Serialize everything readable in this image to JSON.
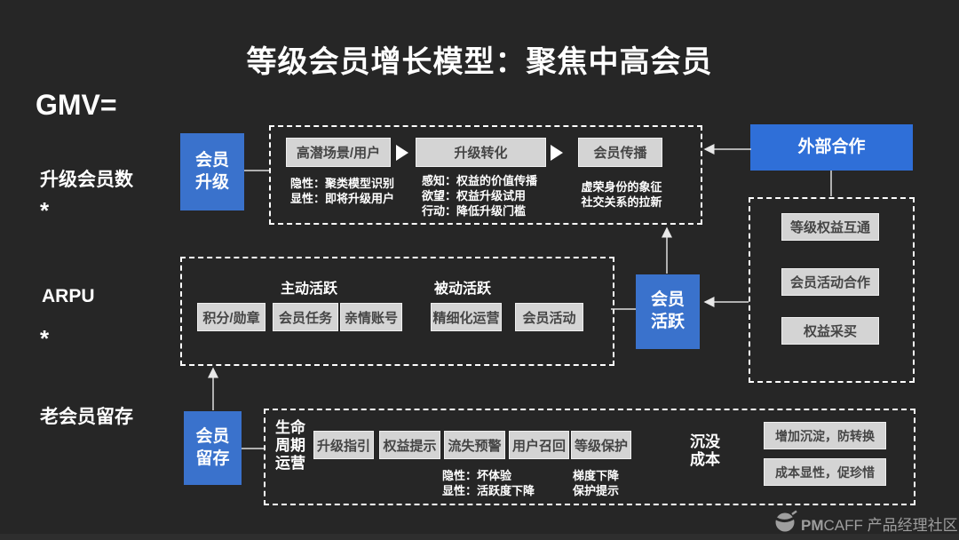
{
  "title": "等级会员增长模型：聚焦中高会员",
  "formula": {
    "gmv": "GMV=",
    "upgrade_count": "升级会员数",
    "multiply1": "*",
    "arpu": "ARPU",
    "multiply2": "*",
    "retention": "老会员留存"
  },
  "upgrade": {
    "node": "会员\n升级",
    "steps": [
      {
        "label": "高潜场景/用户",
        "notes": [
          "隐性：聚类模型识别",
          "显性：即将升级用户"
        ]
      },
      {
        "label": "升级转化",
        "notes": [
          "感知：权益的价值传播",
          "欲望：权益升级试用",
          "行动：降低升级门槛"
        ]
      },
      {
        "label": "会员传播",
        "notes": [
          "虚荣身份的象征",
          "社交关系的拉新"
        ]
      }
    ]
  },
  "activity": {
    "node": "会员\n活跃",
    "active_header": "主动活跃",
    "passive_header": "被动活跃",
    "active_items": [
      "积分/勋章",
      "会员任务",
      "亲情账号"
    ],
    "passive_items": [
      "精细化运营",
      "会员活动"
    ]
  },
  "external": {
    "node": "外部合作",
    "items": [
      "等级权益互通",
      "会员活动合作",
      "权益采买"
    ]
  },
  "retention": {
    "node": "会员\n留存",
    "lifecycle": "生命\n周期\n运营",
    "items": [
      "升级指引",
      "权益提示",
      "流失预警",
      "用户召回",
      "等级保护"
    ],
    "churn_notes": [
      "隐性：坏体验",
      "显性：活跃度下降"
    ],
    "protect_notes": [
      "梯度下降",
      "保护提示"
    ],
    "sunk_cost": "沉没\n成本",
    "sunk_items": [
      "增加沉淀，防转换",
      "成本显性，促珍惜"
    ]
  },
  "footer": {
    "brand_bold": "PM",
    "brand_light": "CAFF",
    "brand_suffix": " 产品经理社区"
  },
  "colors": {
    "background": "#262626",
    "node_blue": "#3A72CC",
    "external_blue": "#2F6FD8",
    "box_gray": "#D4D4D4",
    "box_text": "#454545",
    "dashed_border": "#FFFFFF",
    "line": "#E0E0E0"
  }
}
